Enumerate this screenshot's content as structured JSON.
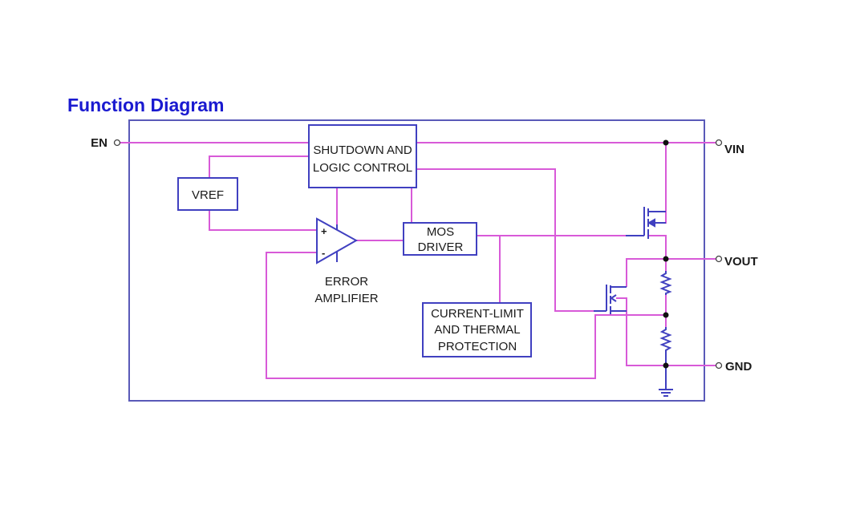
{
  "title": "Function Diagram",
  "colors": {
    "title": "#1a1ad0",
    "border": "#5a5ab8",
    "wire": "#d85ad8",
    "component": "#4040c0",
    "node": "#111111"
  },
  "pins": {
    "en": "EN",
    "vin": "VIN",
    "vout": "VOUT",
    "gnd": "GND"
  },
  "blocks": {
    "shutdown": [
      "SHUTDOWN AND",
      "LOGIC CONTROL"
    ],
    "vref": [
      "VREF"
    ],
    "mos_driver": [
      "MOS",
      "DRIVER"
    ],
    "current_limit": [
      "CURRENT-LIMIT",
      "AND THERMAL",
      "PROTECTION"
    ]
  },
  "amplifier": {
    "plus": "+",
    "minus": "-",
    "label": [
      "ERROR",
      "AMPLIFIER"
    ]
  },
  "icons": {
    "pass_transistor": "pmos-transistor-icon",
    "sense_transistor": "mos-transistor-icon",
    "resistor": "resistor-icon",
    "ground": "ground-icon",
    "pin": "pin-terminal-icon",
    "op_amp": "op-amp-icon"
  }
}
